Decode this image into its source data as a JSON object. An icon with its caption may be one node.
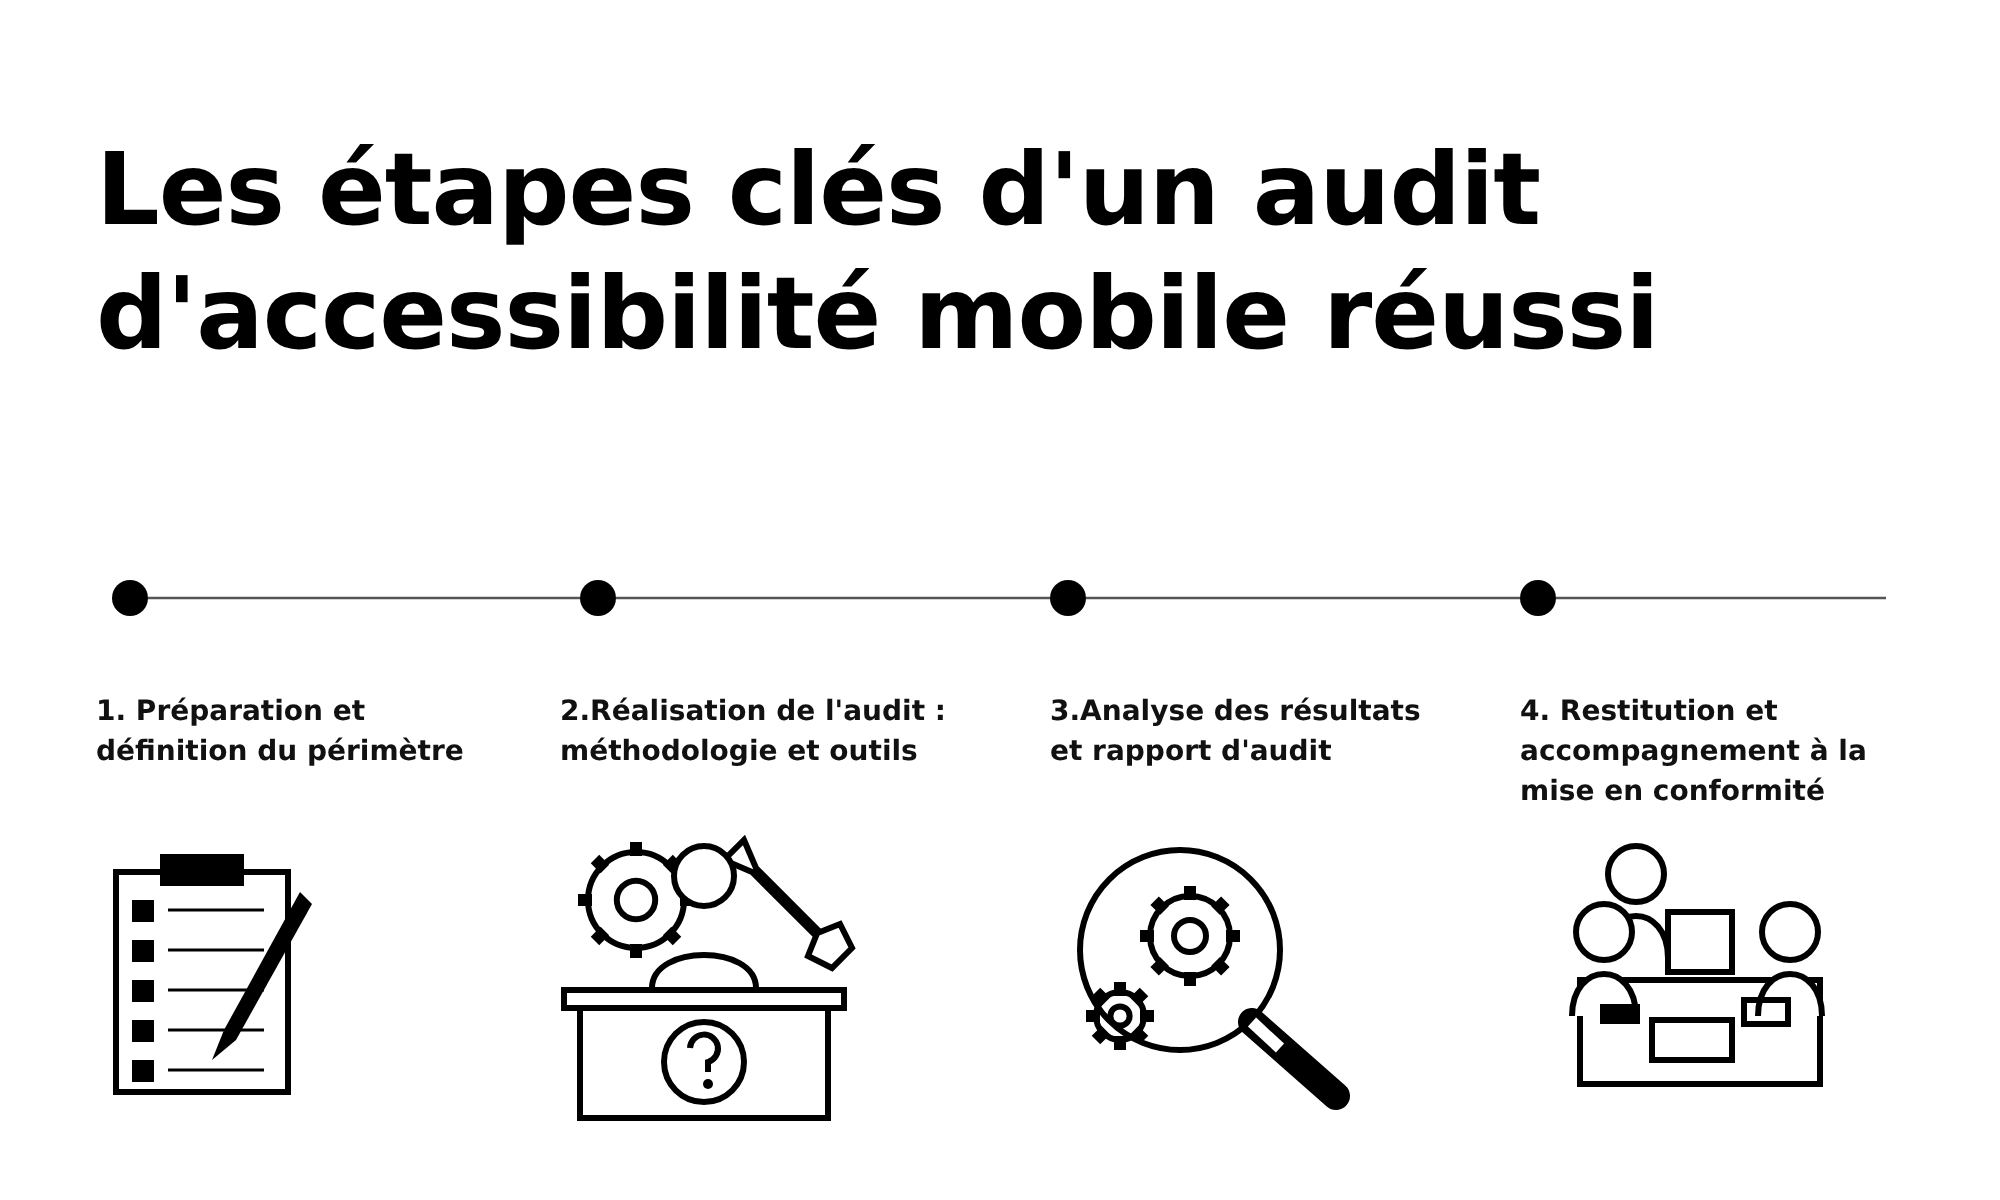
{
  "diagram": {
    "title": "Les étapes clés d'un audit d'accessibilité mobile réussi",
    "nodes": [
      {
        "text": [],
        "shape": "circle",
        "beside": [
          "1. Préparation et définition du périmètre"
        ]
      },
      {
        "text": [],
        "shape": "circle",
        "beside": [
          "2.Réalisation de l'audit : méthodologie et outils"
        ]
      },
      {
        "text": [],
        "shape": "circle",
        "beside": [
          "3.Analyse des résultats et rapport d'audit"
        ]
      },
      {
        "text": [],
        "shape": "circle",
        "beside": [
          "4. Restitution et accompagnement à la mise en conformité"
        ]
      }
    ],
    "edges": [
      {
        "from": 0,
        "to": 1,
        "arrow": "none"
      },
      {
        "from": 1,
        "to": 2,
        "arrow": "none"
      },
      {
        "from": 2,
        "to": 3,
        "arrow": "none"
      },
      {
        "from": 3,
        "to": null,
        "arrow": "none"
      }
    ]
  }
}
